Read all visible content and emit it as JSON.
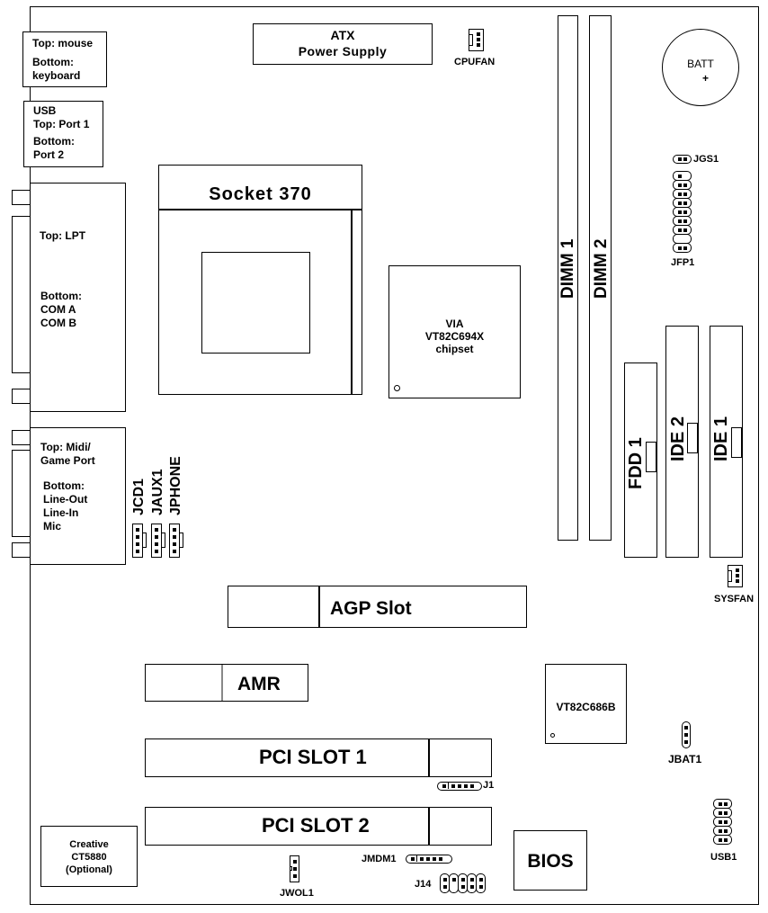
{
  "board": {
    "atx_power": {
      "line1": "ATX",
      "line2": "Power Supply"
    },
    "cpufan": "CPUFAN",
    "sysfan": "SYSFAN",
    "battery": {
      "label": "BATT",
      "polarity": "+"
    },
    "jgs1": "JGS1",
    "jfp1": "JFP1",
    "ps2": {
      "top": "Top: mouse",
      "bottom_label": "Bottom:",
      "bottom": "keyboard"
    },
    "usb_rear": {
      "title": "USB",
      "top": "Top: Port 1",
      "bottom_label": "Bottom:",
      "bottom": "Port 2"
    },
    "lpt_com": {
      "top": "Top: LPT",
      "bottom_label": "Bottom:",
      "bottom1": "COM A",
      "bottom2": "COM B"
    },
    "audio": {
      "top1": "Top: Midi/",
      "top2": "Game Port",
      "bottom_label": "Bottom:",
      "b1": "Line-Out",
      "b2": "Line-In",
      "b3": "Mic"
    },
    "jcd1": "JCD1",
    "jaux1": "JAUX1",
    "jphone": "JPHONE",
    "socket": "Socket 370",
    "northbridge": {
      "line1": "VIA",
      "line2": "VT82C694X",
      "line3": "chipset"
    },
    "dimm1": "DIMM 1",
    "dimm2": "DIMM 2",
    "fdd1": "FDD 1",
    "ide2": "IDE 2",
    "ide1": "IDE 1",
    "agp": "AGP Slot",
    "amr": "AMR",
    "southbridge": "VT82C686B",
    "jbat1": "JBAT1",
    "pci1": "PCI SLOT 1",
    "pci2": "PCI SLOT 2",
    "j1": "J1",
    "jmdm1": "JMDM1",
    "j14": "J14",
    "jwol1": "JWOL1",
    "bios": "BIOS",
    "usb1": "USB1",
    "creative": {
      "line1": "Creative",
      "line2": "CT5880",
      "line3": "(Optional)"
    }
  }
}
